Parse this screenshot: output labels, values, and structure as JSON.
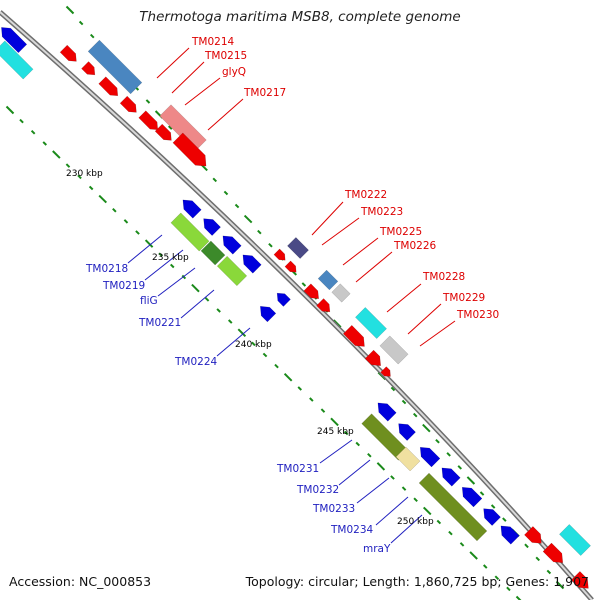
{
  "title": "Thermotoga maritima MSB8, complete genome",
  "footer": {
    "accession": "Accession: NC_000853",
    "topology": "Topology: circular; Length: 1,860,725 bp; Genes: 1,907"
  },
  "kbp_labels": [
    "230 kbp",
    "235 kbp",
    "240 kbp",
    "245 kbp",
    "250 kbp"
  ],
  "gene_labels": {
    "TM0214": "TM0214",
    "TM0215": "TM0215",
    "glyQ": "glyQ",
    "TM0217": "TM0217",
    "TM0222": "TM0222",
    "TM0223": "TM0223",
    "TM0225": "TM0225",
    "TM0226": "TM0226",
    "TM0228": "TM0228",
    "TM0229": "TM0229",
    "TM0230": "TM0230",
    "TM0218": "TM0218",
    "TM0219": "TM0219",
    "fliG": "fliG",
    "TM0221": "TM0221",
    "TM0224": "TM0224",
    "TM0231": "TM0231",
    "TM0232": "TM0232",
    "TM0233": "TM0233",
    "TM0234": "TM0234",
    "mraY": "mraY"
  },
  "colors": {
    "forward_cds": "#ee0000",
    "reverse_cds": "#0000dd",
    "cog_steelblue": "#4a86c0",
    "cog_pink": "#ee8888",
    "cog_cyan": "#22e0e0",
    "cog_green": "#8ad83a",
    "cog_olive": "#6f8f1f",
    "cog_darkgreen": "#3c8a2a",
    "cog_grey": "#c8c8c8",
    "cog_navy": "#4a4a86",
    "cog_beige": "#f0e0a0",
    "backbone": "#9a9a9a",
    "tick": "#1a8a1a"
  }
}
